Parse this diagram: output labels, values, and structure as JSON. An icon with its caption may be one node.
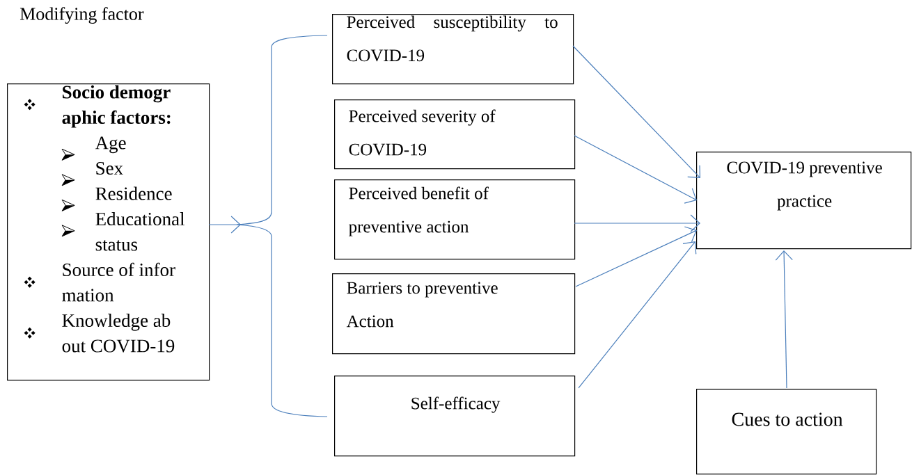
{
  "diagram": {
    "nodes": [
      {
        "text": [
          "Socio demogr aphic factors:",
          "Age",
          "Sex",
          "Residence",
          "Educational status",
          "Source of infor mation",
          "Knowledge ab out COVID-19"
        ]
      },
      {
        "text": [
          "Perceived susceptibility to COVID-19"
        ]
      },
      {
        "text": [
          "Perceived severity of COVID-19"
        ]
      },
      {
        "text": [
          "Perceived benefit of preventive action"
        ]
      },
      {
        "text": [
          "Barriers to preventive Action"
        ]
      },
      {
        "text": [
          "Self-efficacy"
        ]
      },
      {
        "text": [
          "COVID-19 preventive practice"
        ]
      },
      {
        "text": [
          "Cues to action"
        ]
      }
    ],
    "edges": [
      {
        "from": 0,
        "to": null,
        "arrow": "to"
      },
      {
        "from": 1,
        "to": 6,
        "arrow": "to"
      },
      {
        "from": 2,
        "to": 6,
        "arrow": "to"
      },
      {
        "from": 3,
        "to": 6,
        "arrow": "to"
      },
      {
        "from": 4,
        "to": 6,
        "arrow": "to"
      },
      {
        "from": 5,
        "to": 6,
        "arrow": "to"
      },
      {
        "from": 7,
        "to": 6,
        "arrow": "to"
      }
    ],
    "labels": [
      "Modifying factor"
    ]
  }
}
